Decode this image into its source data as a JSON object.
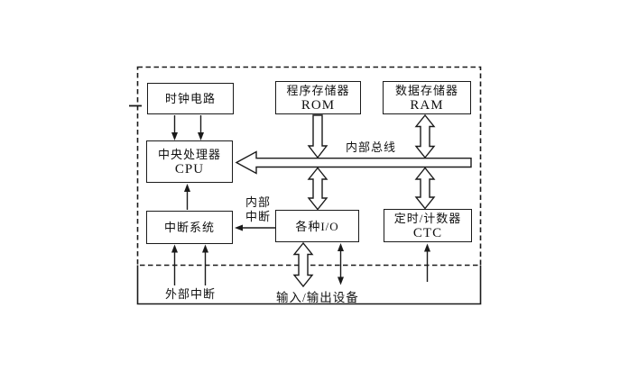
{
  "diagram": {
    "title_hint": "single-chip microcomputer internal structure block diagram",
    "colors": {
      "line": "#1a1a1a",
      "background": "#ffffff",
      "text": "#111111"
    },
    "boxes": {
      "clock": {
        "label": "时钟电路"
      },
      "rom": {
        "line1": "程序存储器",
        "line2": "ROM"
      },
      "ram": {
        "line1": "数据存储器",
        "line2": "RAM"
      },
      "cpu": {
        "line1": "中央处理器",
        "line2": "CPU"
      },
      "interrupt_system": {
        "label": "中断系统"
      },
      "io": {
        "label": "各种I/O"
      },
      "ctc": {
        "line1": "定时/计数器",
        "line2": "CTC"
      }
    },
    "labels": {
      "internal_bus": "内部总线",
      "internal_interrupt_line1": "内部",
      "internal_interrupt_line2": "中断",
      "external_interrupt": "外部中断",
      "io_devices": "输入/输出设备"
    }
  }
}
